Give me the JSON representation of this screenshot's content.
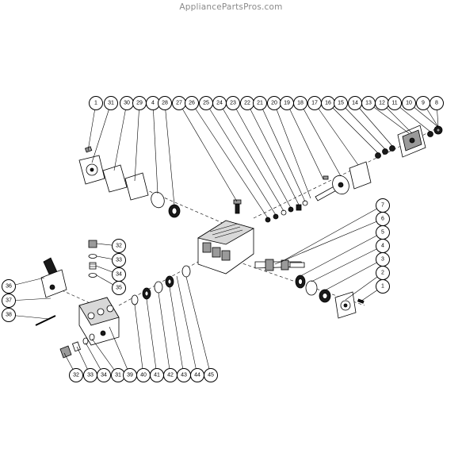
{
  "watermark": "AppliancePartsPros.com",
  "callouts_top": [
    "1",
    "31",
    "30",
    "29",
    "4",
    "28",
    "27",
    "26",
    "25",
    "24",
    "23",
    "22",
    "21",
    "20",
    "19",
    "18",
    "17",
    "16",
    "15",
    "14",
    "13",
    "12",
    "11",
    "10",
    "9",
    "8"
  ],
  "callouts_right": [
    "7",
    "6",
    "5",
    "4",
    "3",
    "2",
    "1"
  ],
  "callouts_upper_left": [
    "32",
    "33",
    "34",
    "35"
  ],
  "callouts_left": [
    "36",
    "37",
    "38"
  ],
  "callouts_bottom": [
    "32",
    "33",
    "34",
    "31",
    "39",
    "40",
    "41",
    "42",
    "43",
    "44",
    "45"
  ]
}
